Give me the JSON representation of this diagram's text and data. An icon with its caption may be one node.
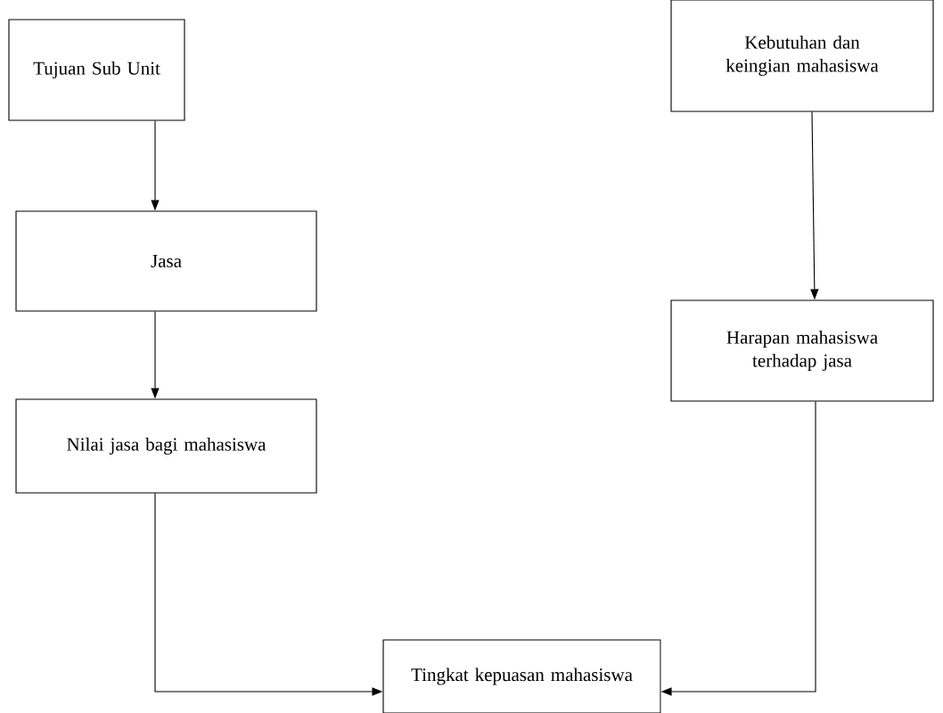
{
  "diagram": {
    "nodes": [
      {
        "text": [
          "Tujuan Sub Unit"
        ]
      },
      {
        "text": [
          "Kebutuhan dan keingian mahasiswa"
        ]
      },
      {
        "text": [
          "Jasa"
        ]
      },
      {
        "text": [
          "Harapan mahasiswa terhadap jasa"
        ]
      },
      {
        "text": [
          "Nilai jasa bagi mahasiswa"
        ]
      },
      {
        "text": [
          "Tingkat kepuasan mahasiswa"
        ]
      }
    ],
    "edges": [
      {
        "from": 0,
        "to": 2,
        "arrow": "to"
      },
      {
        "from": 1,
        "to": 3,
        "arrow": "to"
      },
      {
        "from": 2,
        "to": 4,
        "arrow": "to"
      },
      {
        "from": 4,
        "to": 5,
        "arrow": "to"
      },
      {
        "from": 3,
        "to": 5,
        "arrow": "to"
      }
    ]
  }
}
